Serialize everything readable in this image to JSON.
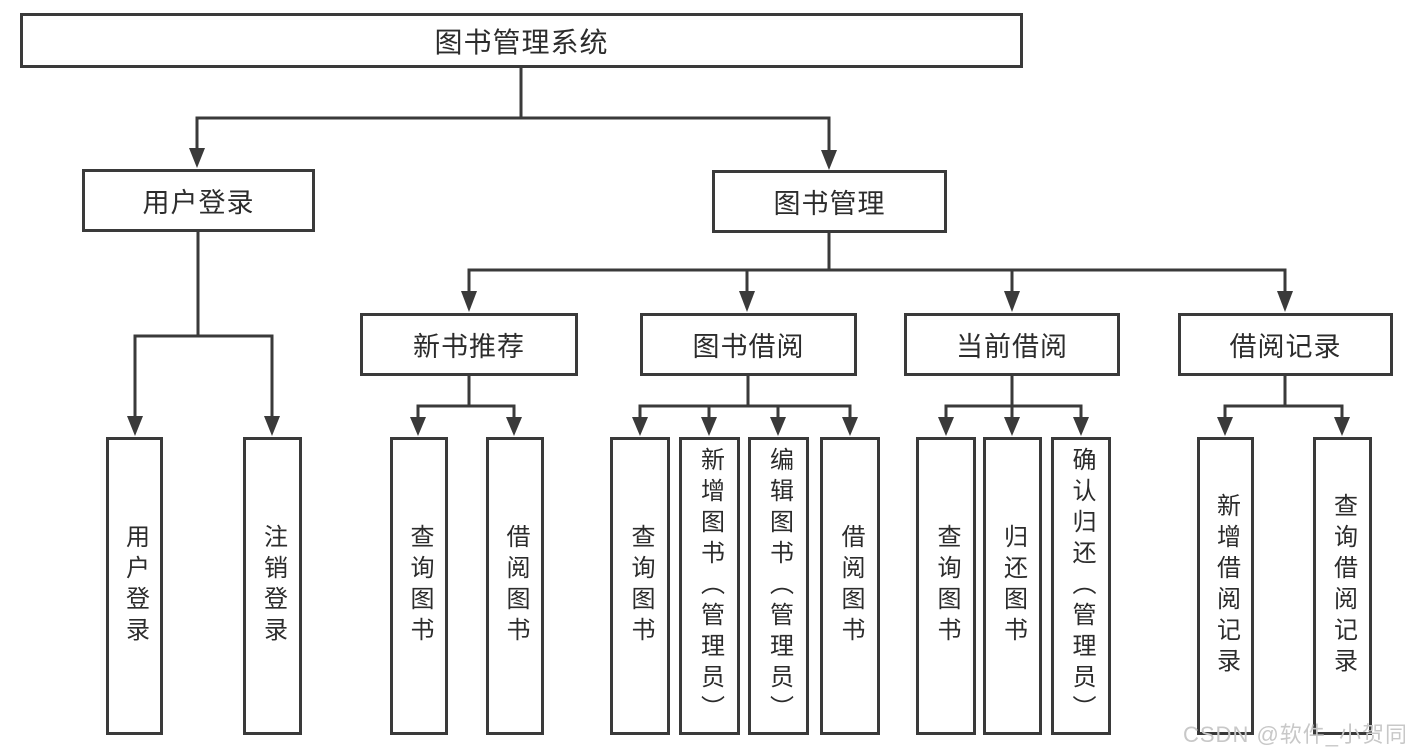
{
  "colors": {
    "line": "#3a3a3a",
    "text": "#2c2c2c",
    "box_background": "#ffffff",
    "watermark": "#c8c8c8"
  },
  "watermark": "CSDN @软件_小贺同学",
  "tree": {
    "root": "图书管理系统",
    "branches": [
      {
        "label": "用户登录",
        "children": [
          "用户登录",
          "注销登录"
        ]
      },
      {
        "label": "图书管理",
        "groups": [
          {
            "label": "新书推荐",
            "children": [
              "查询图书",
              "借阅图书"
            ]
          },
          {
            "label": "图书借阅",
            "children": [
              "查询图书",
              "新增图书（管理员）",
              "编辑图书（管理员）",
              "借阅图书"
            ]
          },
          {
            "label": "当前借阅",
            "children": [
              "查询图书",
              "归还图书",
              "确认归还（管理员）"
            ]
          },
          {
            "label": "借阅记录",
            "children": [
              "新增借阅记录",
              "查询借阅记录"
            ]
          }
        ]
      }
    ]
  }
}
